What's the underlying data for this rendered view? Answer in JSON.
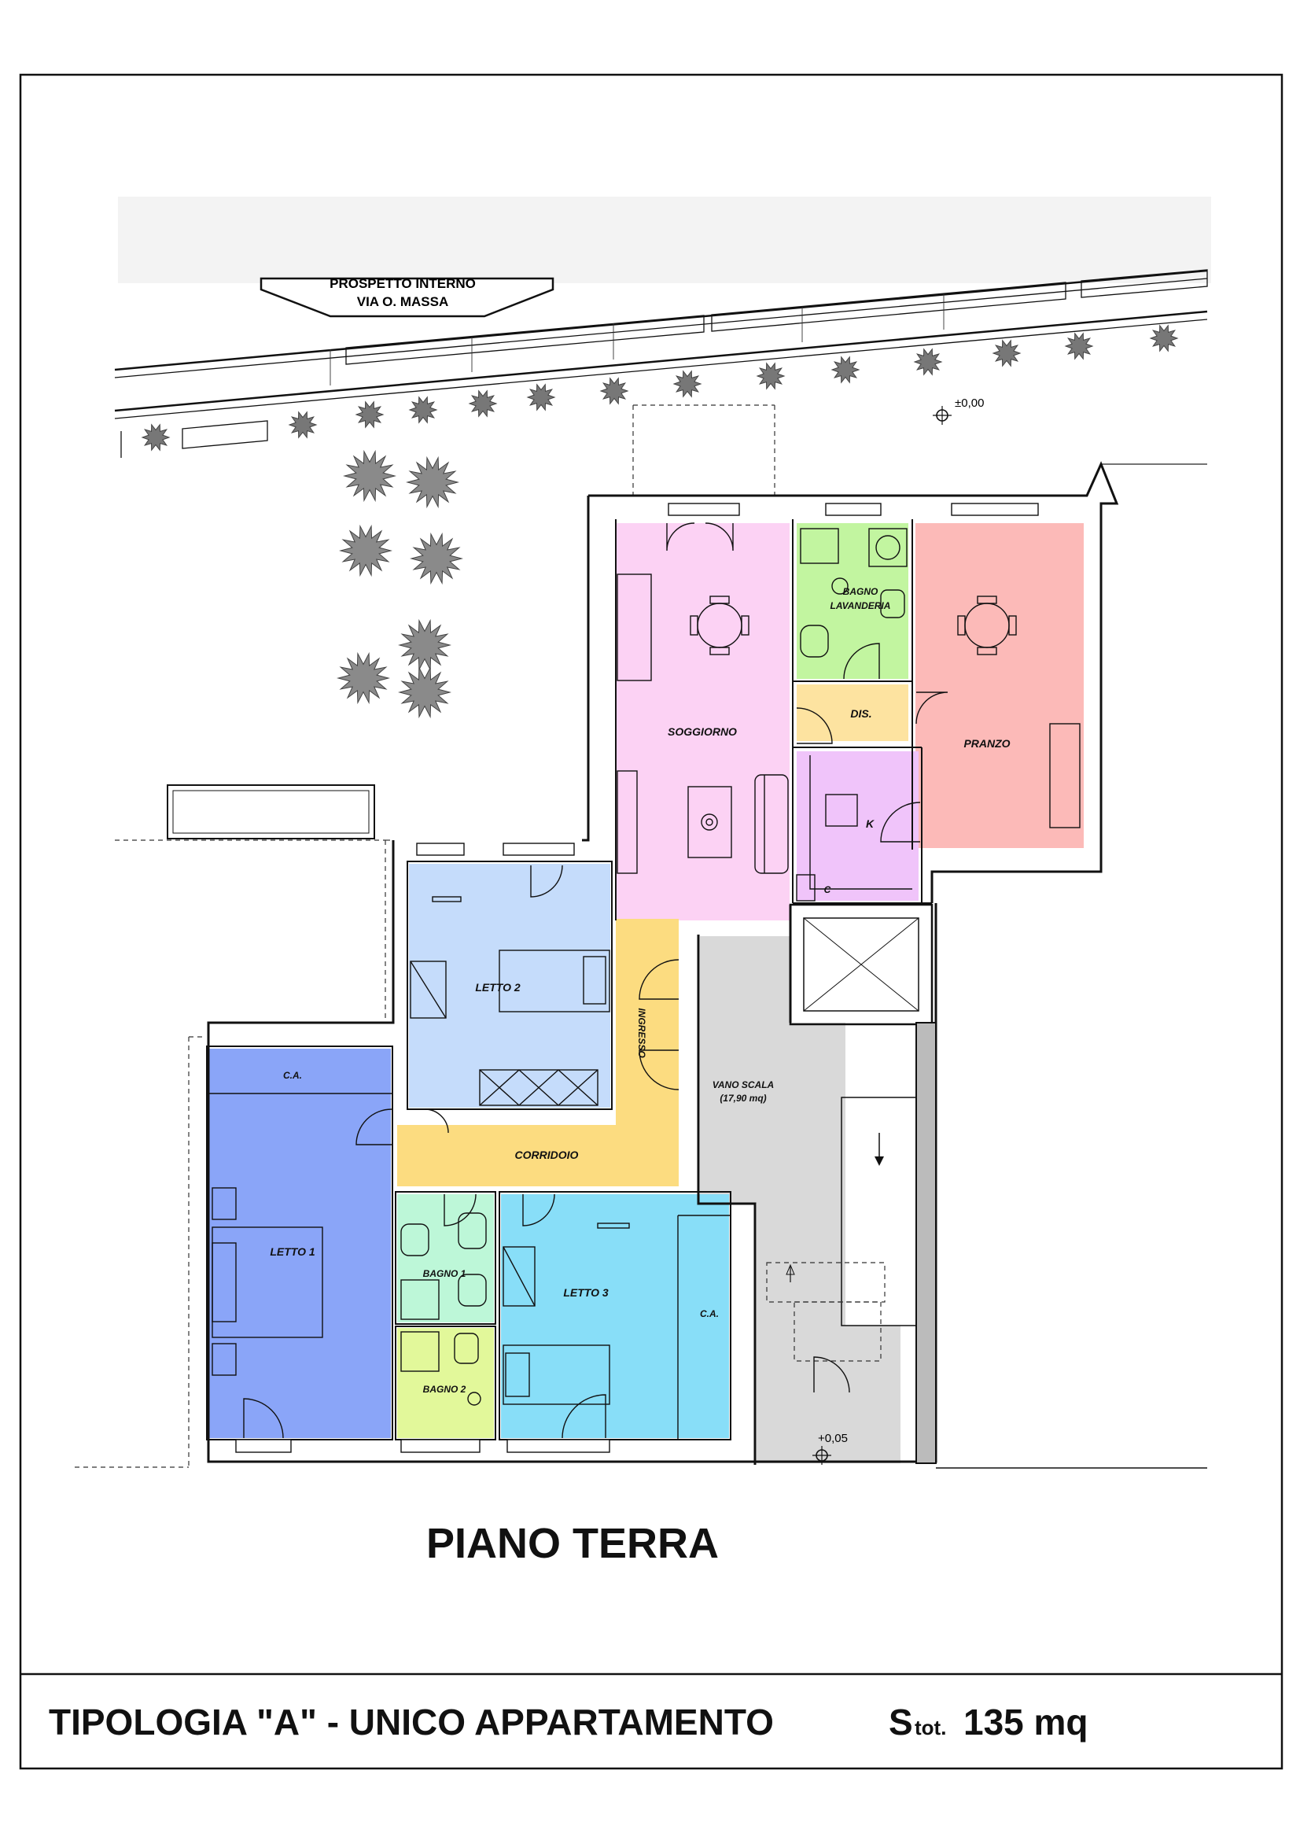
{
  "arrow": {
    "line1": "PROSPETTO INTERNO",
    "line2": "VIA O. MASSA"
  },
  "levels": {
    "street": "±0,00",
    "stair": "+0,05"
  },
  "rooms": {
    "soggiorno": "SOGGIORNO",
    "bagno_lavanderia_1": "BAGNO",
    "bagno_lavanderia_2": "LAVANDERIA",
    "dis": "DIS.",
    "pranzo": "PRANZO",
    "k": "K",
    "c": "C",
    "letto2": "LETTO 2",
    "ingresso": "INGRESSO",
    "vano_scala": "VANO SCALA",
    "vano_scala_area": "(17,90 mq)",
    "ca_top": "C.A.",
    "letto1": "LETTO 1",
    "corridoio": "CORRIDOIO",
    "bagno1": "BAGNO 1",
    "bagno2": "BAGNO 2",
    "letto3": "LETTO 3",
    "ca_right": "C.A."
  },
  "floor_title": "PIANO TERRA",
  "footer": {
    "title": "TIPOLOGIA \"A\" - UNICO APPARTAMENTO",
    "s_main": "S",
    "s_sub": "tot.",
    "area": "135 mq"
  },
  "colors": {
    "soggiorno": "#fcd2f4",
    "bagno_lav": "#c2f5a0",
    "dis": "#fde3a0",
    "pranzo": "#fcbab8",
    "kitchen": "#f0c4fa",
    "letto2": "#c5dcfb",
    "ingresso": "#fcdc80",
    "vano_scala": "#d9d9d9",
    "letto1": "#8aa5f8",
    "bagno1": "#bdf7d8",
    "bagno2": "#e2f89a",
    "letto3": "#88def8"
  }
}
